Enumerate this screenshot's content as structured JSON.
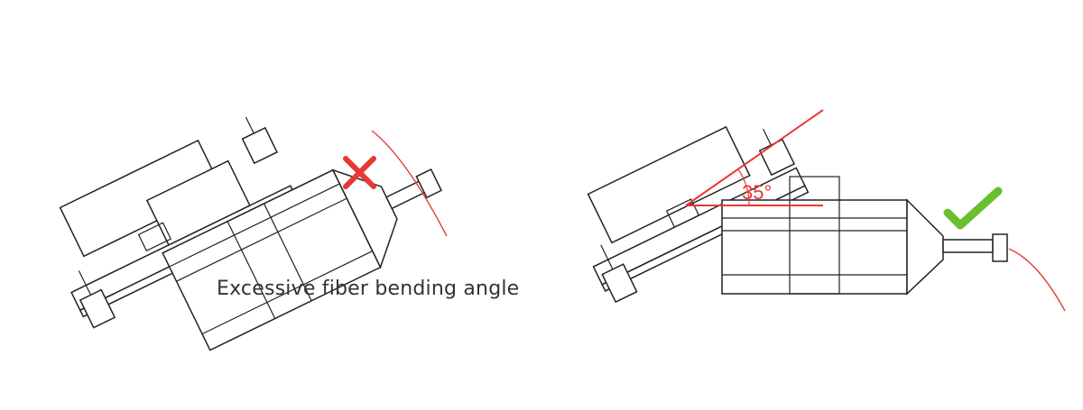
{
  "panels": [
    {
      "id": "incorrect",
      "caption": "Excessive fiber bending angle",
      "mark": "cross-icon",
      "mark_color": "#e53935"
    },
    {
      "id": "correct",
      "angle_label": "35°",
      "mark": "check-icon",
      "mark_color": "#6abf2e"
    }
  ],
  "colors": {
    "fiber": "#e53935",
    "line": "#222222"
  }
}
